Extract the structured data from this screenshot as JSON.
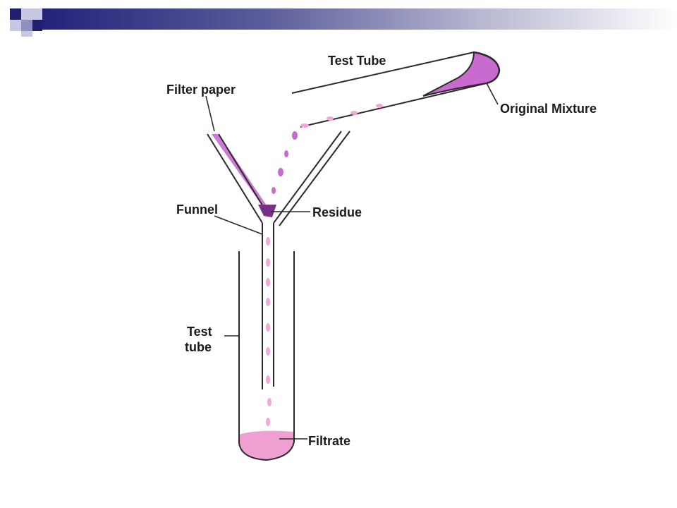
{
  "labels": {
    "test_tube_top": "Test Tube",
    "original_mixture": "Original Mixture",
    "filter_paper": "Filter paper",
    "funnel": "Funnel",
    "residue": "Residue",
    "test_tube_side_line1": "Test",
    "test_tube_side_line2": "tube",
    "filtrate": "Filtrate"
  },
  "colors": {
    "header_dark": "#22237a",
    "header_light": "#b9bad2",
    "mixture": "#c86ad0",
    "residue": "#7a2f86",
    "filtrate": "#ef9fd1",
    "drop": "#f2a8d4"
  }
}
